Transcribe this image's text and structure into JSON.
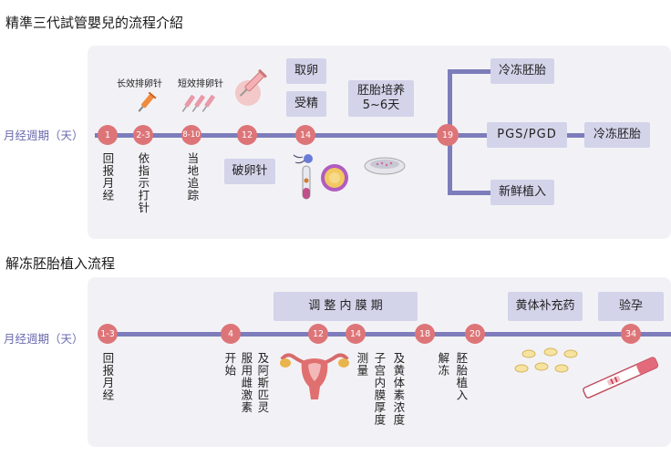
{
  "section1": {
    "title": "精準三代試管嬰兒的流程介紹",
    "axis_label": "月经週期（天）",
    "nodes": [
      "1",
      "2-3",
      "8-10",
      "12",
      "14",
      "19"
    ],
    "labels": {
      "long_drug": "长效排卵针",
      "short_drug": "短效排卵针",
      "retrieve": "取卵",
      "fertilize": "受精",
      "culture": "胚胎培养\n5~6天",
      "trigger": "破卵针",
      "freeze_top": "冷冻胚胎",
      "pgs": "PGS/PGD",
      "freeze_mid": "冷冻胚胎",
      "fresh": "新鲜植入"
    },
    "vertical_texts": [
      "回报月经",
      "依指示打针",
      "当地追踪"
    ]
  },
  "section2": {
    "title": "解冻胚胎植入流程",
    "axis_label": "月经週期（天）",
    "nodes": [
      "1-3",
      "4",
      "12",
      "14",
      "18",
      "20",
      "34"
    ],
    "labels": {
      "adjust": "调 整 内 膜 期",
      "progesterone": "黄体补充药",
      "pregnancy_test": "验孕"
    },
    "vertical_texts": [
      "回报月经",
      "开始",
      "服用雌激素",
      "及阿斯匹灵",
      "测量",
      "子宫内膜厚度",
      "及黄体素浓度",
      "解冻",
      "胚胎植入"
    ]
  },
  "colors": {
    "node": "#dd7578",
    "line": "#7d7dbb",
    "box": "#d3d3ea",
    "panel": "#f2f2f6"
  },
  "icons": [
    "syringe-icon",
    "syringes-icon",
    "trigger-syringe-icon",
    "sperm-egg-icon",
    "test-tube-icon",
    "egg-cell-icon",
    "petri-dish-icon",
    "uterus-icon",
    "pills-icon",
    "pregnancy-test-icon"
  ]
}
